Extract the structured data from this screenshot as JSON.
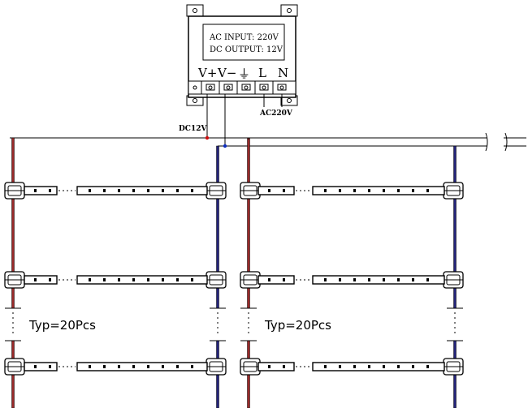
{
  "psu": {
    "ac_input": "AC INPUT: 220V",
    "dc_output": "DC OUTPUT: 12V",
    "terminals": [
      "V+",
      "V−",
      "⏚",
      "L",
      "N"
    ],
    "ac_label": "AC220V"
  },
  "dc_label": "DC12V",
  "groups": [
    {
      "qty_label": "Typ=20Pcs"
    },
    {
      "qty_label": "Typ=20Pcs"
    }
  ],
  "colors": {
    "positive": "#9a2a2a",
    "negative": "#23237a",
    "line": "#000000",
    "dot_red": "#d01010",
    "dot_blue": "#1030c0"
  }
}
